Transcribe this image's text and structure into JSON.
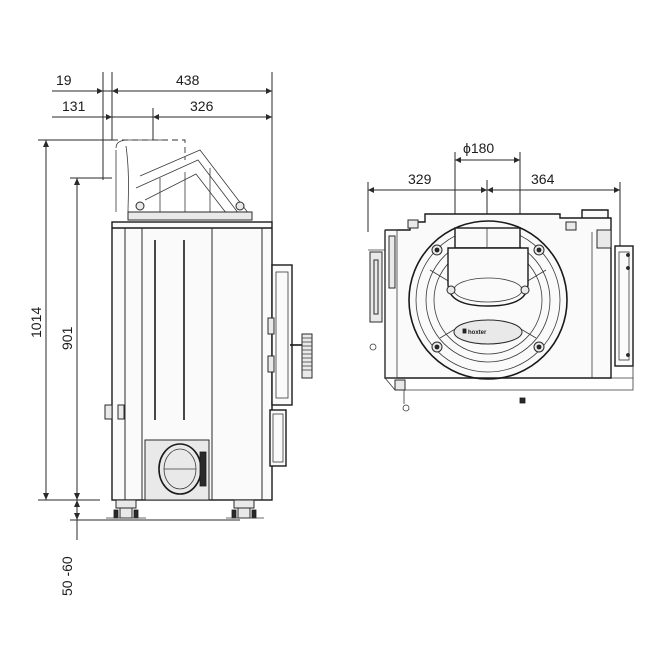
{
  "dimensions": {
    "top_width_total": "438",
    "top_offset_small": "19",
    "top_offset_131": "131",
    "top_width_326": "326",
    "height_total": "1014",
    "height_901": "901",
    "feet_range": "50 -60",
    "flue_diameter": "ϕ180",
    "plan_left": "329",
    "plan_right": "364"
  },
  "brand_logo": "hoxter",
  "colors": {
    "line": "#1a1a1a",
    "background": "#ffffff"
  }
}
